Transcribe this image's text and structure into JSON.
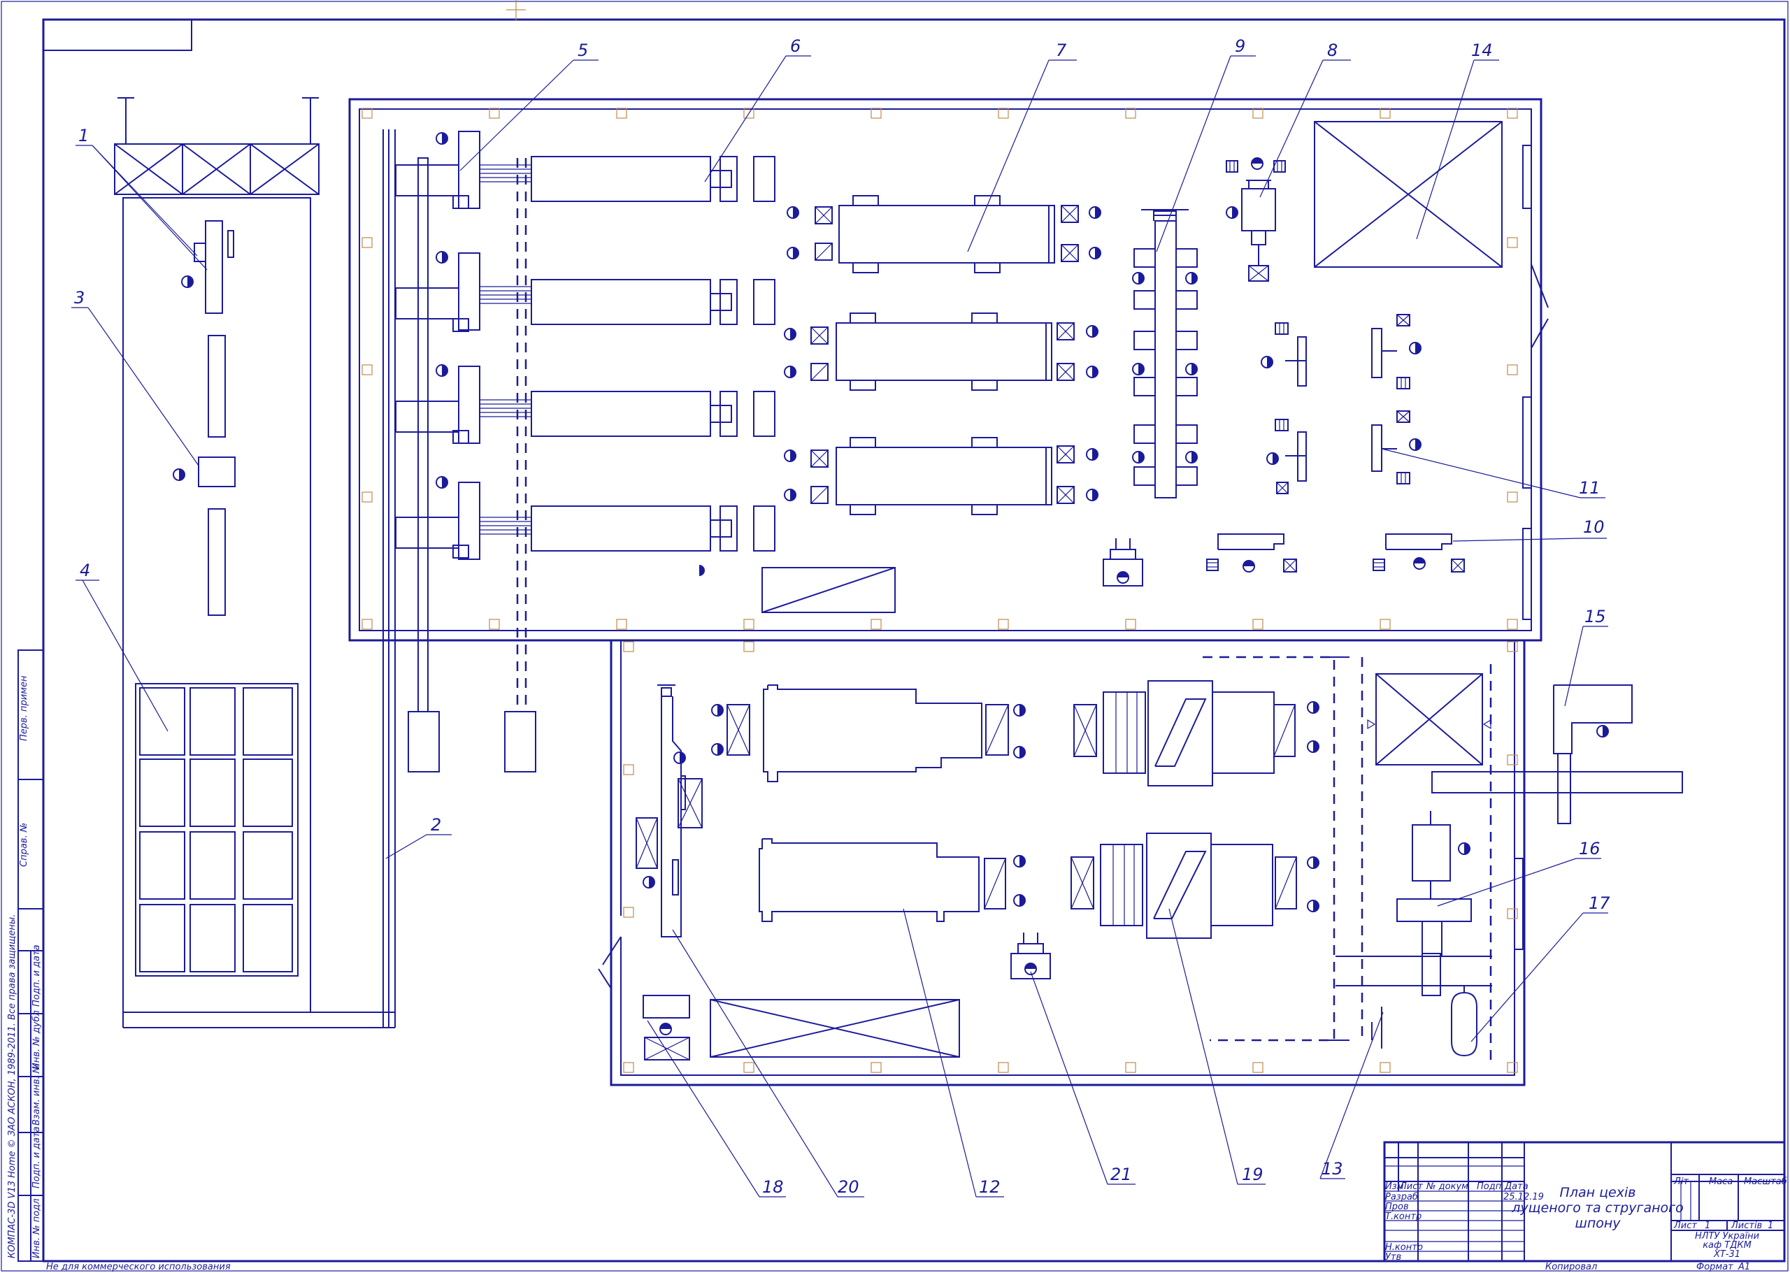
{
  "drawing": {
    "callouts": [
      "1",
      "2",
      "3",
      "4",
      "5",
      "6",
      "7",
      "8",
      "9",
      "10",
      "11",
      "12",
      "13",
      "14",
      "15",
      "16",
      "17",
      "18",
      "19",
      "20",
      "21"
    ],
    "title_block": {
      "title_lines": [
        "План цехів",
        "лущеного та струганого",
        "шпону"
      ],
      "lit_header": "Літ",
      "mass_header": "Маса",
      "scale_header": "Масштаб",
      "sheet_label": "Лист",
      "sheet_number": "1",
      "sheets_label": "Листів",
      "sheets_total": "1",
      "org_lines": [
        "НЛТУ України",
        "каф ТДКМ",
        "ХТ-31"
      ],
      "col_izm": "Изм",
      "col_list": "Лист",
      "col_doc": "№ докум",
      "col_sign": "Подп",
      "col_date": "Дата",
      "date_value": "25.12.19",
      "row_razrab": "Разраб",
      "row_prov": "Пров",
      "row_tkontr": "Т.контр",
      "row_nkontr": "Н.контр",
      "row_utv": "Утв"
    },
    "side_stamps": [
      "Перв. примен",
      "Справ. №",
      "Подп. и дата",
      "Инв. № дубл",
      "Взам. инв. №",
      "Подп. и дата",
      "Инв. № подл"
    ],
    "side_notice": "КОМПАС-3D V13 Home © ЗАО АСКОН, 1989-2011. Все права защищены.",
    "bottom_left": "Не для коммерческого использования",
    "bottom_copied": "Копировал",
    "bottom_format": "Формат",
    "format_value": "A1"
  },
  "colors": {
    "line": "#1b1b9a",
    "column_mark": "#c08a4a",
    "background": "#ffffff"
  }
}
